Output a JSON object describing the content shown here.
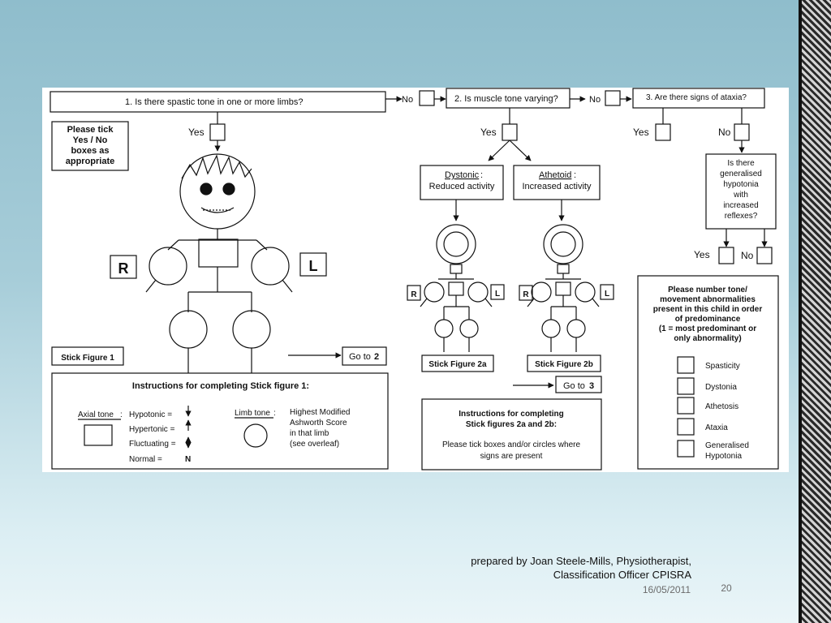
{
  "q1": "1.  Is there spastic tone in one or more limbs?",
  "q2": "2.  Is muscle tone varying?",
  "q3": "3.  Are there signs of ataxia?",
  "yes": "Yes",
  "no": "No",
  "tick_note": [
    "Please tick",
    "Yes / No",
    "boxes as",
    "appropriate"
  ],
  "side_r": "R",
  "side_l": "L",
  "stick1": "Stick Figure 1",
  "goto2": "Go to",
  "goto2_num": "2",
  "goto3": "Go to",
  "goto3_num": "3",
  "dystonic_title": "Dystonic",
  "dystonic_colon": ":",
  "dystonic_desc": "Reduced activity",
  "athetoid_title": "Athetoid",
  "athetoid_colon": ":",
  "athetoid_desc": "Increased activity",
  "stick2a": "Stick Figure 2a",
  "stick2b": "Stick Figure 2b",
  "hypotonia_q": [
    "Is there",
    "generalised",
    "hypotonia",
    "with",
    "increased",
    "reflexes?"
  ],
  "rank_title": [
    "Please number tone/",
    "movement abnormalities",
    "present in this child in order",
    "of predominance",
    "(1 = most predominant or",
    "only abnormality)"
  ],
  "rank_items": [
    "Spasticity",
    "Dystonia",
    "Athetosis",
    "Ataxia",
    "Generalised",
    "Hypotonia"
  ],
  "instr1_title": "Instructions for completing Stick figure 1:",
  "axial_label": "Axial tone",
  "axial_colon": ":",
  "axial_items": [
    "Hypotonic =",
    "Hypertonic =",
    "Fluctuating =",
    "Normal ="
  ],
  "normal_symbol": "N",
  "limb_label": "Limb tone",
  "limb_colon": ":",
  "limb_desc": [
    "Highest Modified",
    "Ashworth Score",
    "in that limb",
    "(see overleaf)"
  ],
  "instr2_title": [
    "Instructions for completing",
    "Stick figures 2a and 2b:"
  ],
  "instr2_body": [
    "Please tick boxes and/or circles where",
    "signs are present"
  ],
  "footer_line1": "prepared by Joan Steele-Mills, Physiotherapist,",
  "footer_line2": "Classification Officer CPISRA",
  "date": "16/05/2011",
  "page_number": "20"
}
